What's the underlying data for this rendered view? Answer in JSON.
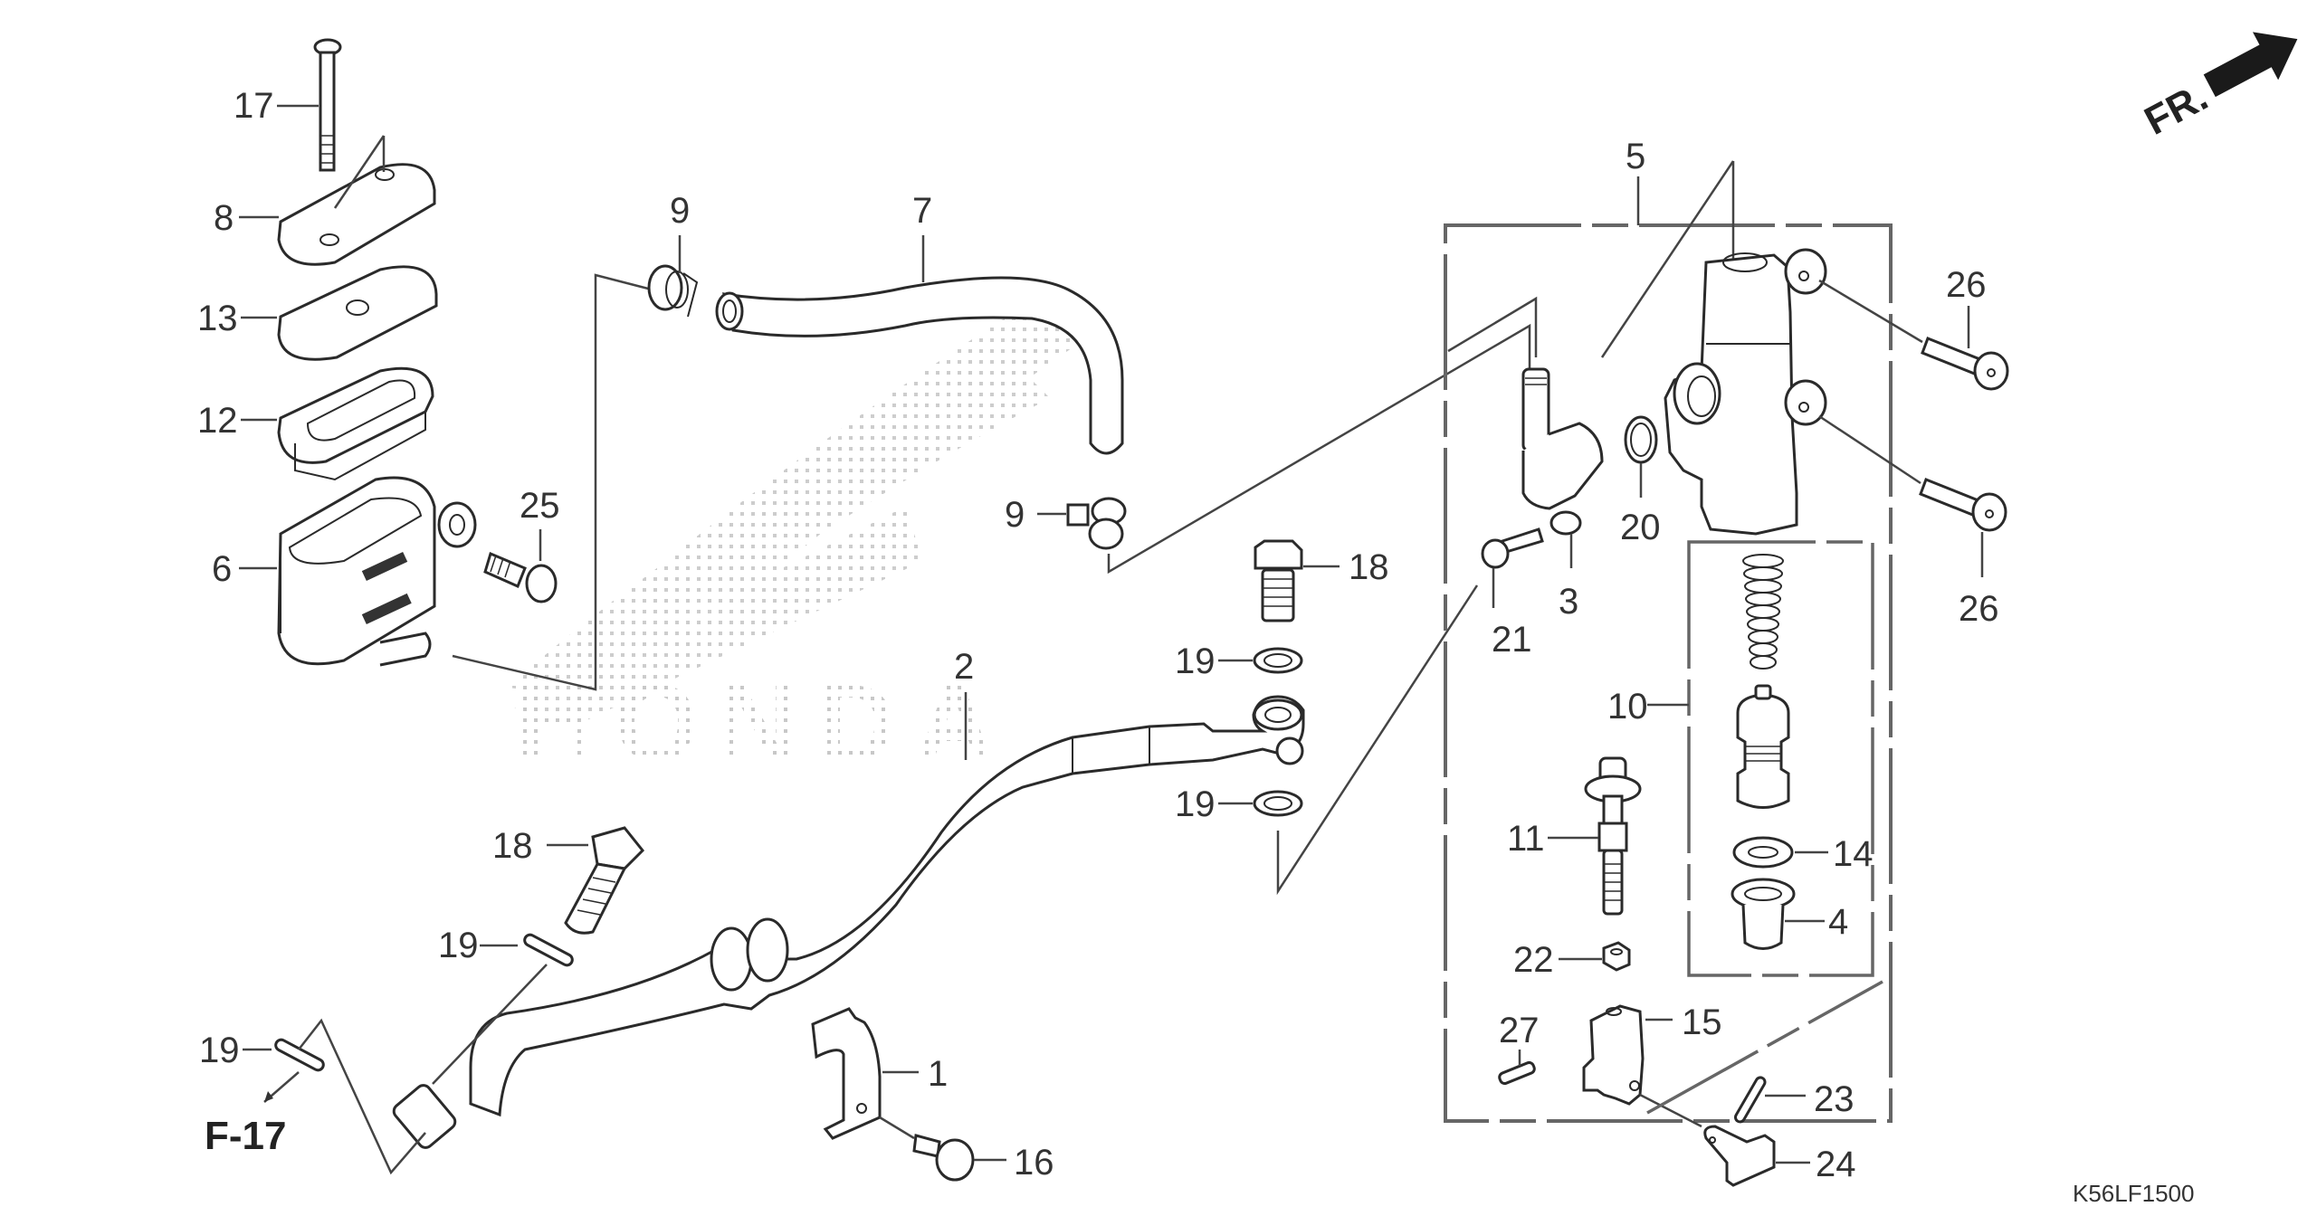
{
  "diagram": {
    "type": "exploded-parts-diagram",
    "subject": "Rear brake master cylinder assembly",
    "watermark": "HONDA",
    "direction_indicator": "FR.",
    "reference_link": "F-17",
    "diagram_code": "K56LF1500",
    "callouts": [
      {
        "id": "c17",
        "label": "17",
        "part": "screw"
      },
      {
        "id": "c8",
        "label": "8",
        "part": "reservoir cap"
      },
      {
        "id": "c13",
        "label": "13",
        "part": "reservoir plate"
      },
      {
        "id": "c12",
        "label": "12",
        "part": "reservoir diaphragm"
      },
      {
        "id": "c6",
        "label": "6",
        "part": "reservoir"
      },
      {
        "id": "c25",
        "label": "25",
        "part": "bolt"
      },
      {
        "id": "c9a",
        "label": "9",
        "part": "hose clip"
      },
      {
        "id": "c7",
        "label": "7",
        "part": "reservoir hose"
      },
      {
        "id": "c9b",
        "label": "9",
        "part": "hose clip"
      },
      {
        "id": "c18a",
        "label": "18",
        "part": "oil bolt"
      },
      {
        "id": "c19a",
        "label": "19",
        "part": "sealing washer"
      },
      {
        "id": "c19b",
        "label": "19",
        "part": "sealing washer"
      },
      {
        "id": "c2",
        "label": "2",
        "part": "brake hose"
      },
      {
        "id": "c18b",
        "label": "18",
        "part": "oil bolt"
      },
      {
        "id": "c19c",
        "label": "19",
        "part": "sealing washer"
      },
      {
        "id": "c19d",
        "label": "19",
        "part": "sealing washer"
      },
      {
        "id": "c1",
        "label": "1",
        "part": "hose clamp"
      },
      {
        "id": "c16",
        "label": "16",
        "part": "bolt"
      },
      {
        "id": "c5",
        "label": "5",
        "part": "master cylinder assembly"
      },
      {
        "id": "c26a",
        "label": "26",
        "part": "bolt"
      },
      {
        "id": "c26b",
        "label": "26",
        "part": "bolt"
      },
      {
        "id": "c20",
        "label": "20",
        "part": "o-ring"
      },
      {
        "id": "c3",
        "label": "3",
        "part": "hose joint"
      },
      {
        "id": "c21",
        "label": "21",
        "part": "screw"
      },
      {
        "id": "c10",
        "label": "10",
        "part": "piston set"
      },
      {
        "id": "c14",
        "label": "14",
        "part": "circlip"
      },
      {
        "id": "c4",
        "label": "4",
        "part": "boot"
      },
      {
        "id": "c11",
        "label": "11",
        "part": "push rod"
      },
      {
        "id": "c22",
        "label": "22",
        "part": "nut"
      },
      {
        "id": "c27",
        "label": "27",
        "part": "pin"
      },
      {
        "id": "c15",
        "label": "15",
        "part": "joint"
      },
      {
        "id": "c23",
        "label": "23",
        "part": "cotter pin"
      },
      {
        "id": "c24",
        "label": "24",
        "part": "joint pin"
      }
    ]
  }
}
